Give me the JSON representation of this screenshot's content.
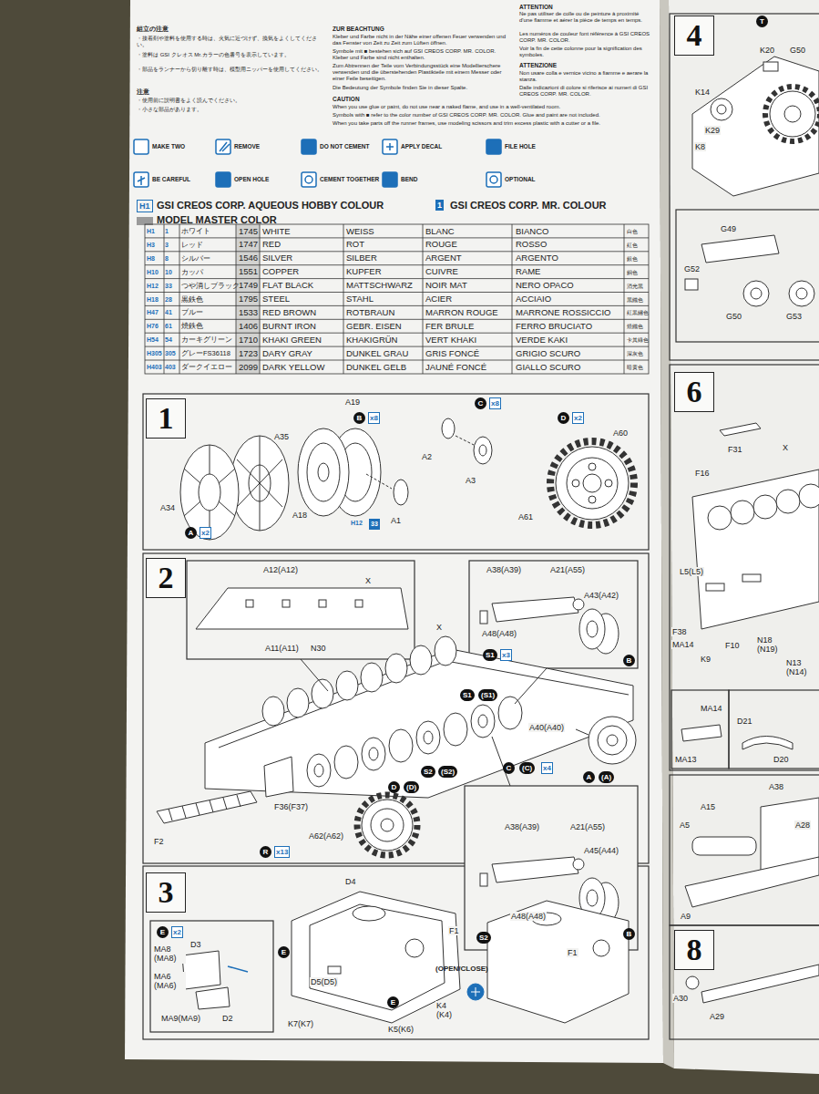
{
  "diagram": {
    "nodes": [
      {
        "text": [
          "1"
        ]
      },
      {
        "text": [
          "2"
        ]
      },
      {
        "text": [
          "3"
        ]
      },
      {
        "text": [
          "4"
        ]
      },
      {
        "text": [
          "6"
        ]
      },
      {
        "text": [
          "8"
        ]
      }
    ],
    "labels": [
      "ATTENTION",
      "Ne pas utiliser de colle ou de peinture à proximité d'une flamme et aérer la pièce de temps en temps.",
      "Les numéros de couleur font référence à GSI CREOS CORP. MR. COLOR.",
      "Voir la fin de cette colonne pour la signification des symboles.",
      "ATTENZIONE",
      "Non usare colla e vernice vicino a fiamme e aerare la stanza.",
      "Dalle indicazioni di colore si riferisce ai numeri di GSI CREOS CORP. MR. COLOR.",
      "ZUR BEACHTUNG",
      "Kleber und Farbe nicht in der Nähe einer offenen Feuer verwenden und das Fenster von Zeit zu Zeit zum Lüften öffnen.",
      "Symbole mit ■ bestehen sich auf GSI CREOS CORP. MR. COLOR. Kleber und Farbe sind nicht enthalten.",
      "Zum Abtrennen der Teile vom Verbindungsstück eine Modellierschere verwenden und die überstehenden Plastikteile mit einem Messer oder einer Feile beseitigen.",
      "Die Bedeutung der Symbole finden Sie in dieser Spalte.",
      "CAUTION",
      "When you use glue or paint, do not use near a naked flame, and use in a well-ventilated room.",
      "Symbols with ■ refer to the color number of GSI CREOS CORP. MR. COLOR. Glue and paint are not included.",
      "When you take parts off the runner frames, use modeling scissors and trim excess plastic with a cutter or a file.",
      "組立の注意",
      "・接着剤や塗料を使用する時は、火気に近づけず、換気をよくしてください。",
      "・塗料は GSI クレオス Mr.カラーの色番号を表示しています。",
      "・部品をランナーから切り離す時は、模型用ニッパーを使用してください。",
      "注意",
      "・使用前に説明書をよく読んでください。",
      "・小さな部品があります。",
      "MAKE TWO",
      "REMOVE",
      "DO NOT CEMENT",
      "APPLY DECAL",
      "FILE HOLE",
      "BE CAREFUL",
      "OPEN HOLE",
      "CEMENT TOGETHER",
      "BEND",
      "OPTIONAL",
      "H1",
      "GSI CREOS CORP. AQUEOUS HOBBY COLOUR",
      "1",
      "GSI CREOS CORP. MR. COLOUR",
      "MODEL MASTER COLOR",
      "H1",
      "1",
      "ホワイト",
      "1745",
      "WHITE",
      "WEISS",
      "BLANC",
      "BIANCO",
      "白色",
      "H3",
      "3",
      "レッド",
      "1747",
      "RED",
      "ROT",
      "ROUGE",
      "ROSSO",
      "紅色",
      "H8",
      "8",
      "シルバー",
      "1546",
      "SILVER",
      "SILBER",
      "ARGENT",
      "ARGENTO",
      "銀色",
      "H10",
      "10",
      "カッパ",
      "1551",
      "COPPER",
      "KUPFER",
      "CUIVRE",
      "RAME",
      "銅色",
      "H12",
      "33",
      "つや消しブラック",
      "1749",
      "FLAT BLACK",
      "MATTSCHWARZ",
      "NOIR MAT",
      "NERO OPACO",
      "消光黑",
      "H18",
      "28",
      "黒鉄色",
      "1795",
      "STEEL",
      "STAHL",
      "ACIER",
      "ACCIAIO",
      "黑鐵色",
      "H47",
      "41",
      "ブルー",
      "1533",
      "RED BROWN",
      "ROTBRAUN",
      "MARRON ROUGE",
      "MARRONE ROSSICCIO",
      "紅黒鏽色",
      "H76",
      "61",
      "焼鉄色",
      "1406",
      "BURNT IRON",
      "GEBR. EISEN",
      "FER BRULE",
      "FERRO BRUCIATO",
      "燒鐵色",
      "H54",
      "54",
      "カーキグリーン",
      "1710",
      "KHAKI GREEN",
      "KHAKIGRÜN",
      "VERT KHAKI",
      "VERDE KAKI",
      "卡其綠色",
      "H305",
      "305",
      "グレーFS36118",
      "1723",
      "DARY GRAY",
      "DUNKEL GRAU",
      "GRIS FONCÉ",
      "GRIGIO SCURO",
      "深灰色",
      "H403",
      "403",
      "ダークイエロー",
      "2099",
      "DARK YELLOW",
      "DUNKEL GELB",
      "JAUNÉ FONCÉ",
      "GIALLO SCURO",
      "暗黄色",
      "A19",
      "B",
      "x8",
      "C",
      "x8",
      "D",
      "x2",
      "A35",
      "A34",
      "A",
      "x2",
      "A2",
      "A3",
      "A60",
      "A18",
      "H12",
      "33",
      "A1",
      "A61",
      "A12(A12)",
      "X",
      "A11(A11)",
      "N30",
      "A38(A39)",
      "A21(A55)",
      "A43(A42)",
      "A48(A48)",
      "S1",
      "x3",
      "B",
      "X",
      "S1",
      "(S1)",
      "A40(A40)",
      "C",
      "(C)",
      "x4",
      "A",
      "(A)",
      "S2",
      "(S2)",
      "F2",
      "R",
      "x13",
      "F36(F37)",
      "A62(A62)",
      "D",
      "(D)",
      "A38(A39)",
      "A21(A55)",
      "A45(A44)",
      "A48(A48)",
      "S2",
      "B",
      "E",
      "x2",
      "MA8 (MA8)",
      "D3",
      "MA6 (MA6)",
      "MA9(MA9)",
      "D2",
      "D4",
      "F1",
      "E",
      "D5(D5)",
      "E",
      "K7(K7)",
      "K5(K6)",
      "K4 (K4)",
      "(OPEN/CLOSE)",
      "F1",
      "T",
      "K20",
      "G50",
      "K14",
      "K29",
      "K8",
      "G49",
      "G52",
      "G50",
      "G53",
      "F31",
      "X",
      "F16",
      "L5(L5)",
      "F38",
      "MA14",
      "K9",
      "F10",
      "N18 (N19)",
      "N13 (N14)",
      "MA14",
      "MA13",
      "D21",
      "D20",
      "A38",
      "A15",
      "A28",
      "A5",
      "A9",
      "A30",
      "A29"
    ]
  }
}
